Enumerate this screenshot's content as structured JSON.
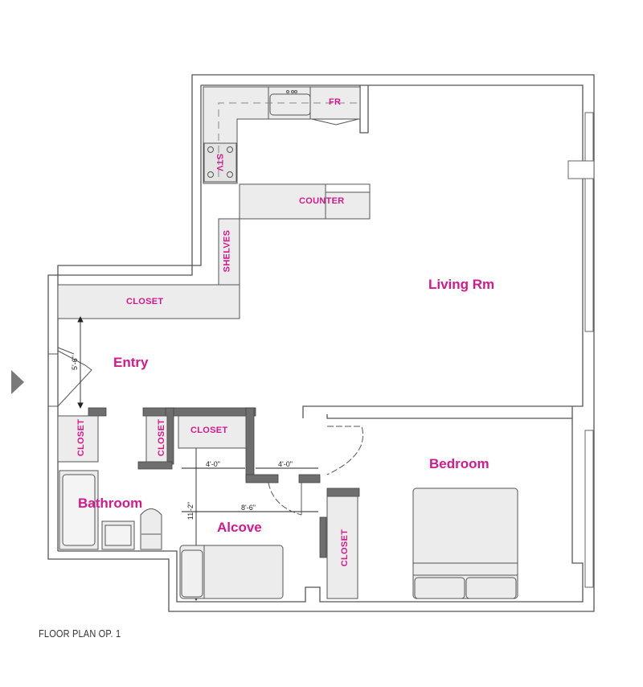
{
  "plan": {
    "caption": "FLOOR PLAN OP. 1",
    "label_color": "#d4198c",
    "wall_color": "#555555",
    "fixture_fill": "#ececec",
    "rooms": {
      "living": "Living Rm",
      "entry": "Entry",
      "bathroom": "Bathroom",
      "alcove": "Alcove",
      "bedroom": "Bedroom"
    },
    "fixtures": {
      "fridge": "FR",
      "stove": "STV",
      "counter": "COUNTER",
      "shelves": "SHELVES",
      "entry_closet": "CLOSET",
      "hall_closet_left": "CLOSET",
      "hall_closet_right": "CLOSET",
      "alcove_closet": "CLOSET",
      "bedroom_closet": "CLOSET"
    },
    "dimensions": {
      "entry_depth": "5'-6\"",
      "alcove_width_upper": "4'-0\"",
      "alcove_opening": "4'-0\"",
      "alcove_width": "8'-6\"",
      "alcove_length": "11'-2\""
    },
    "entry_marker": "entry-arrow"
  }
}
